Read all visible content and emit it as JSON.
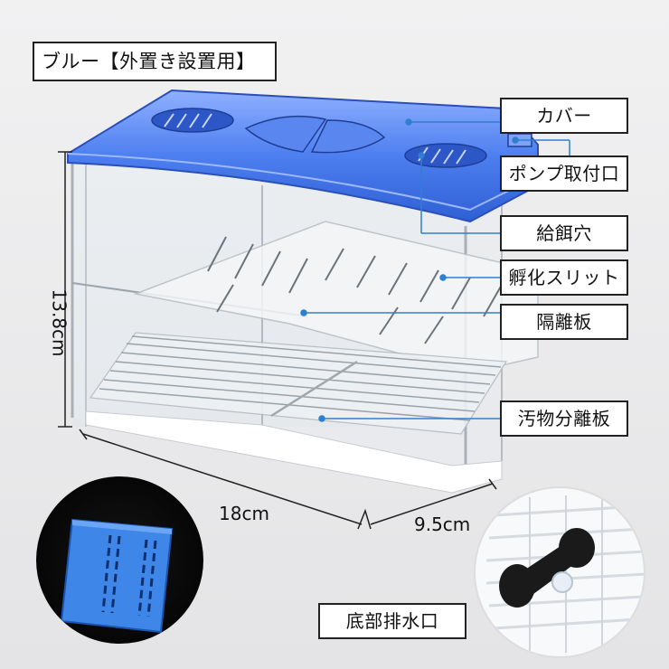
{
  "title_label": "ブルー【外置き設置用】",
  "callouts": {
    "cover": "カバー",
    "pump_mount": "ポンプ取付口",
    "feeding_hole": "給餌穴",
    "hatching_slit": "孵化スリット",
    "divider": "隔離板",
    "waste_separator": "汚物分離板",
    "bottom_drain": "底部排水口"
  },
  "dimensions": {
    "height": "13.8cm",
    "width": "18cm",
    "depth": "9.5cm"
  },
  "colors": {
    "cover_blue": "#3f6fe0",
    "separator_blue": "#3e86e8",
    "leader_line": "#2f7fd0",
    "drain_plug": "#1a1a1a"
  }
}
